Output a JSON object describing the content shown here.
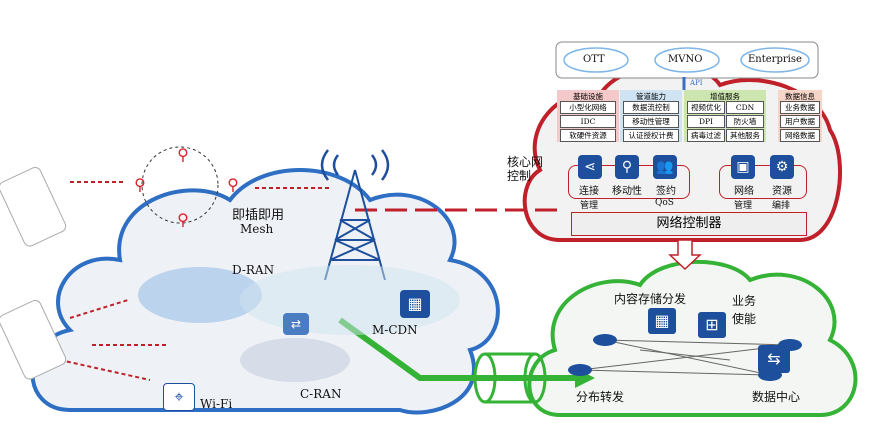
{
  "top_clouds": [
    "OTT",
    "MVNO",
    "Enterprise"
  ],
  "api_label": "API",
  "service_columns": [
    {
      "title": "基础设施",
      "items": [
        "小型化网络",
        "IDC",
        "软硬件资源"
      ],
      "color": "#f4c9c9"
    },
    {
      "title": "管道能力",
      "items": [
        "数据流控制",
        "移动性管理",
        "认证授权计费"
      ],
      "color": "#cfe3f3"
    },
    {
      "title": "增值服务",
      "items": [
        "视频优化",
        "CDN",
        "DPI",
        "防火墙",
        "病毒过滤",
        "其他服务"
      ],
      "color": "#cde6b0"
    },
    {
      "title": "数据信息",
      "items": [
        "业务数据",
        "用户数据",
        "网络数据"
      ],
      "color": "#f6d4c8"
    }
  ],
  "core": {
    "title": "核心网控制",
    "icons": [
      {
        "icon": "share-icon",
        "label": "连接"
      },
      {
        "icon": "search-icon",
        "label": "移动性"
      },
      {
        "icon": "users-icon",
        "label": "签约"
      },
      {
        "icon": "network-icon",
        "label": "网络"
      },
      {
        "icon": "gear-icon",
        "label": "资源"
      }
    ],
    "sub_labels": [
      "管理",
      "QoS",
      "管理",
      "编排"
    ],
    "controller": "网络控制器"
  },
  "access": {
    "mesh": "即插即用\nMesh",
    "mesh_line1": "即插即用",
    "mesh_line2": "Mesh",
    "dran": "D-RAN",
    "cran": "C-RAN",
    "mcdn": "M-CDN",
    "wifi": "Wi-Fi"
  },
  "edge": {
    "storage": "内容存储分发",
    "biz_line1": "业务",
    "biz_line2": "使能",
    "forward": "分布转发",
    "dc": "数据中心"
  },
  "colors": {
    "blue_cloud": "#2e6fc4",
    "red_cloud": "#c0202a",
    "green_cloud": "#35b336"
  }
}
